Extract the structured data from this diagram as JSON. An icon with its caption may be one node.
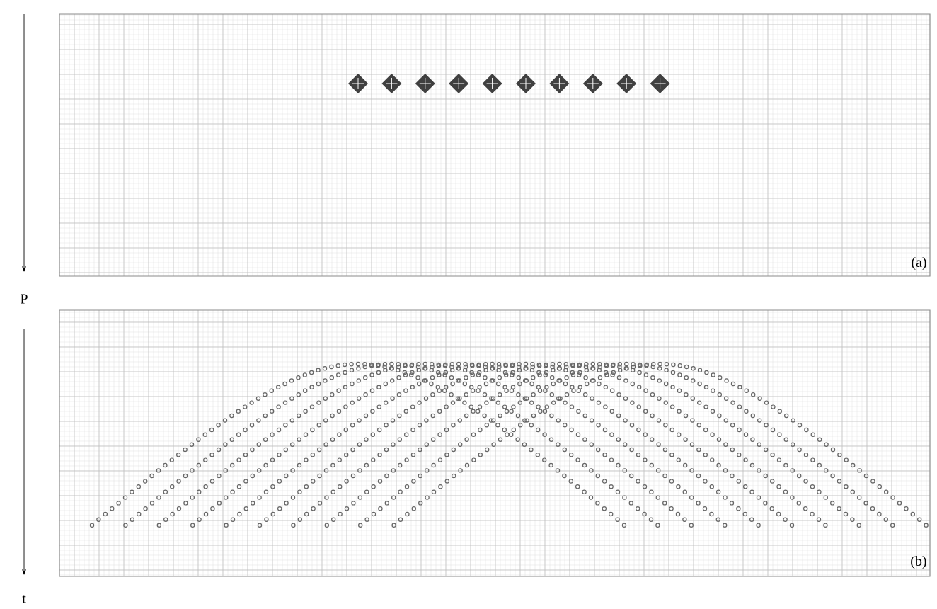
{
  "diagram": {
    "labels": [
      "(a)",
      "P",
      "(b)",
      "t"
    ]
  }
}
